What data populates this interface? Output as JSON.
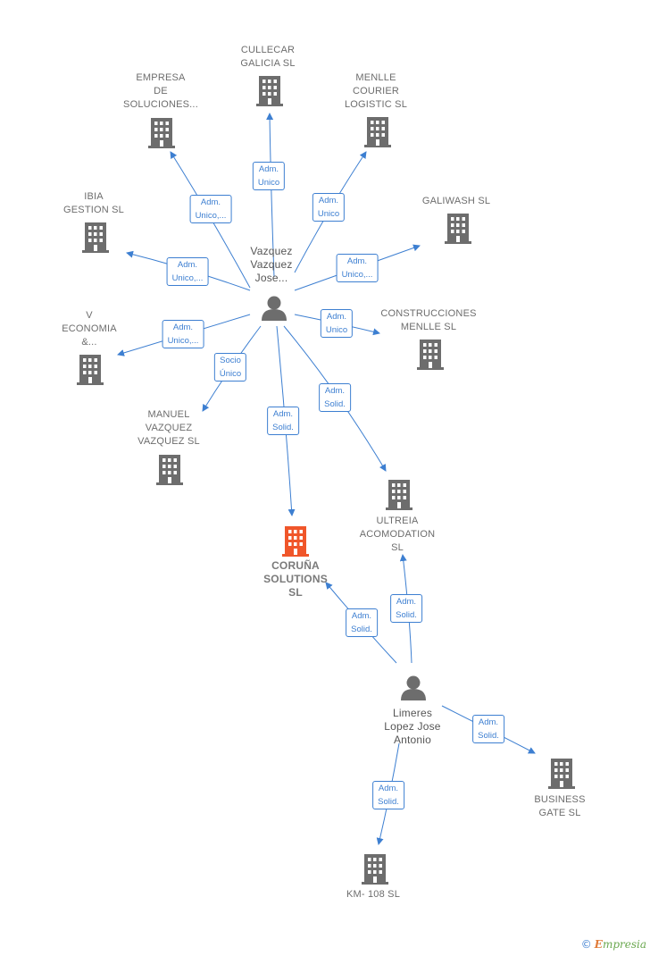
{
  "colors": {
    "edge": "#3d7fd1",
    "building": "#6d6d6d",
    "building_main": "#f0562a",
    "person": "#6d6d6d"
  },
  "nodes": [
    {
      "id": "p1",
      "kind": "person",
      "label": "Vazquez\nVazquez\nJose..."
    },
    {
      "id": "p2",
      "kind": "person",
      "label": "Limeres\nLopez Jose\nAntonio"
    },
    {
      "id": "main",
      "kind": "company-main",
      "label": "CORUÑA\nSOLUTIONS\nSL"
    },
    {
      "id": "cullecar",
      "kind": "company",
      "label": "CULLECAR\nGALICIA  SL"
    },
    {
      "id": "empresa",
      "kind": "company",
      "label": "EMPRESA\nDE\nSOLUCIONES..."
    },
    {
      "id": "menlle_courier",
      "kind": "company",
      "label": "MENLLE\nCOURIER\nLOGISTIC  SL"
    },
    {
      "id": "ibia",
      "kind": "company",
      "label": "IBIA\nGESTION  SL"
    },
    {
      "id": "galiwash",
      "kind": "company",
      "label": "GALIWASH  SL"
    },
    {
      "id": "v_economia",
      "kind": "company",
      "label": "V\nECONOMIA\n&..."
    },
    {
      "id": "construcciones",
      "kind": "company",
      "label": "CONSTRUCCIONES\nMENLLE  SL"
    },
    {
      "id": "manuel",
      "kind": "company",
      "label": "MANUEL\nVAZQUEZ\nVAZQUEZ  SL"
    },
    {
      "id": "ultreia",
      "kind": "company",
      "label": "ULTREIA\nACOMODATION\nSL"
    },
    {
      "id": "business",
      "kind": "company",
      "label": "BUSINESS\nGATE  SL"
    },
    {
      "id": "km108",
      "kind": "company",
      "label": "KM- 108 SL"
    }
  ],
  "edges": [
    {
      "from": "p1",
      "to": "cullecar",
      "label": "Adm.\nUnico"
    },
    {
      "from": "p1",
      "to": "empresa",
      "label": "Adm.\nUnico,..."
    },
    {
      "from": "p1",
      "to": "menlle_courier",
      "label": "Adm.\nUnico"
    },
    {
      "from": "p1",
      "to": "ibia",
      "label": "Adm.\nUnico,..."
    },
    {
      "from": "p1",
      "to": "galiwash",
      "label": "Adm.\nUnico,..."
    },
    {
      "from": "p1",
      "to": "v_economia",
      "label": "Adm.\nUnico,..."
    },
    {
      "from": "p1",
      "to": "construcciones",
      "label": "Adm.\nUnico"
    },
    {
      "from": "p1",
      "to": "manuel",
      "label": "Socio\nÚnico"
    },
    {
      "from": "p1",
      "to": "main",
      "label": "Adm.\nSolid."
    },
    {
      "from": "p1",
      "to": "ultreia",
      "label": "Adm.\nSolid."
    },
    {
      "from": "p2",
      "to": "main",
      "label": "Adm.\nSolid."
    },
    {
      "from": "p2",
      "to": "ultreia",
      "label": "Adm.\nSolid."
    },
    {
      "from": "p2",
      "to": "business",
      "label": "Adm.\nSolid."
    },
    {
      "from": "p2",
      "to": "km108",
      "label": "Adm.\nSolid."
    }
  ],
  "brand": {
    "copyright": "©",
    "name_initial": "E",
    "name_rest": "mpresia"
  }
}
